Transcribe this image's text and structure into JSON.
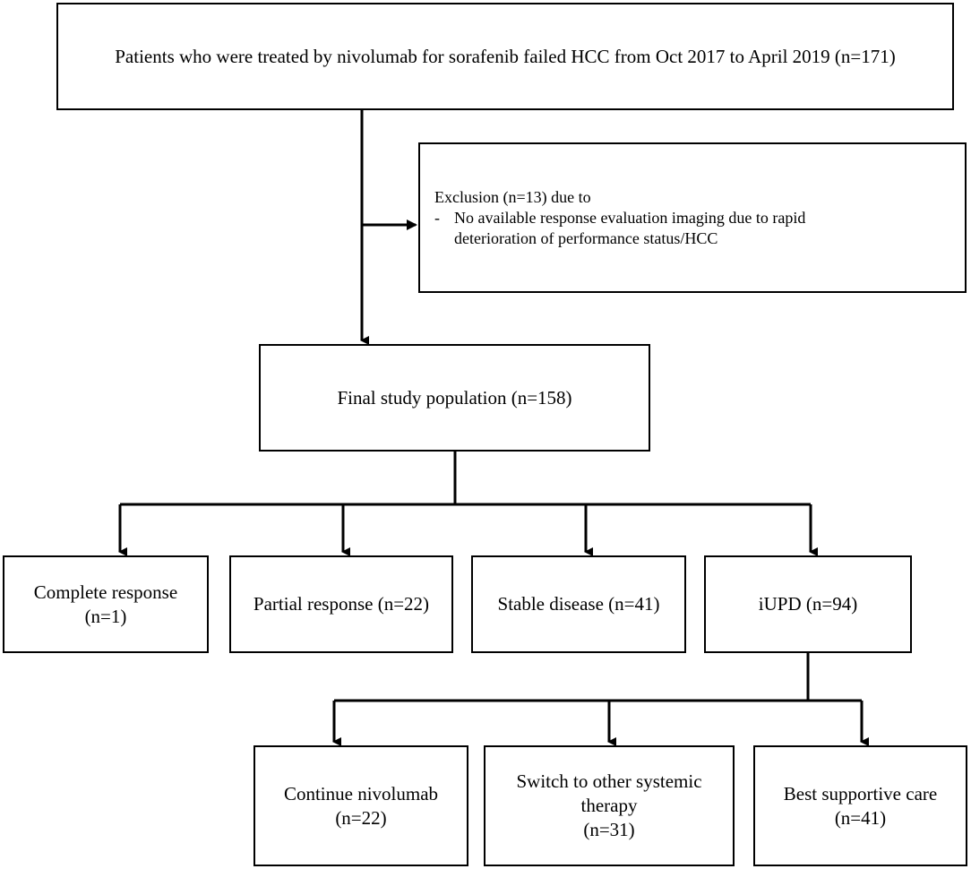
{
  "boxes": {
    "top": "Patients who were treated by nivolumab for sorafenib failed HCC from Oct 2017 to April 2019 (n=171)",
    "exclusion": {
      "heading": "Exclusion (n=13) due to",
      "bullet_marker": "-",
      "bullet_line1": "No available response evaluation imaging due to rapid",
      "bullet_line2": "deterioration of performance status/HCC"
    },
    "final": "Final study population (n=158)",
    "complete_response": {
      "line1": "Complete response",
      "line2": "(n=1)"
    },
    "partial_response": "Partial response (n=22)",
    "stable_disease": "Stable disease (n=41)",
    "iupd": "iUPD (n=94)",
    "continue_nivolumab": {
      "line1": "Continue nivolumab",
      "line2": "(n=22)"
    },
    "switch_therapy": {
      "line1": "Switch to other systemic",
      "line2": "therapy",
      "line3": "(n=31)"
    },
    "best_supportive_care": {
      "line1": "Best supportive care",
      "line2": "(n=41)"
    }
  }
}
